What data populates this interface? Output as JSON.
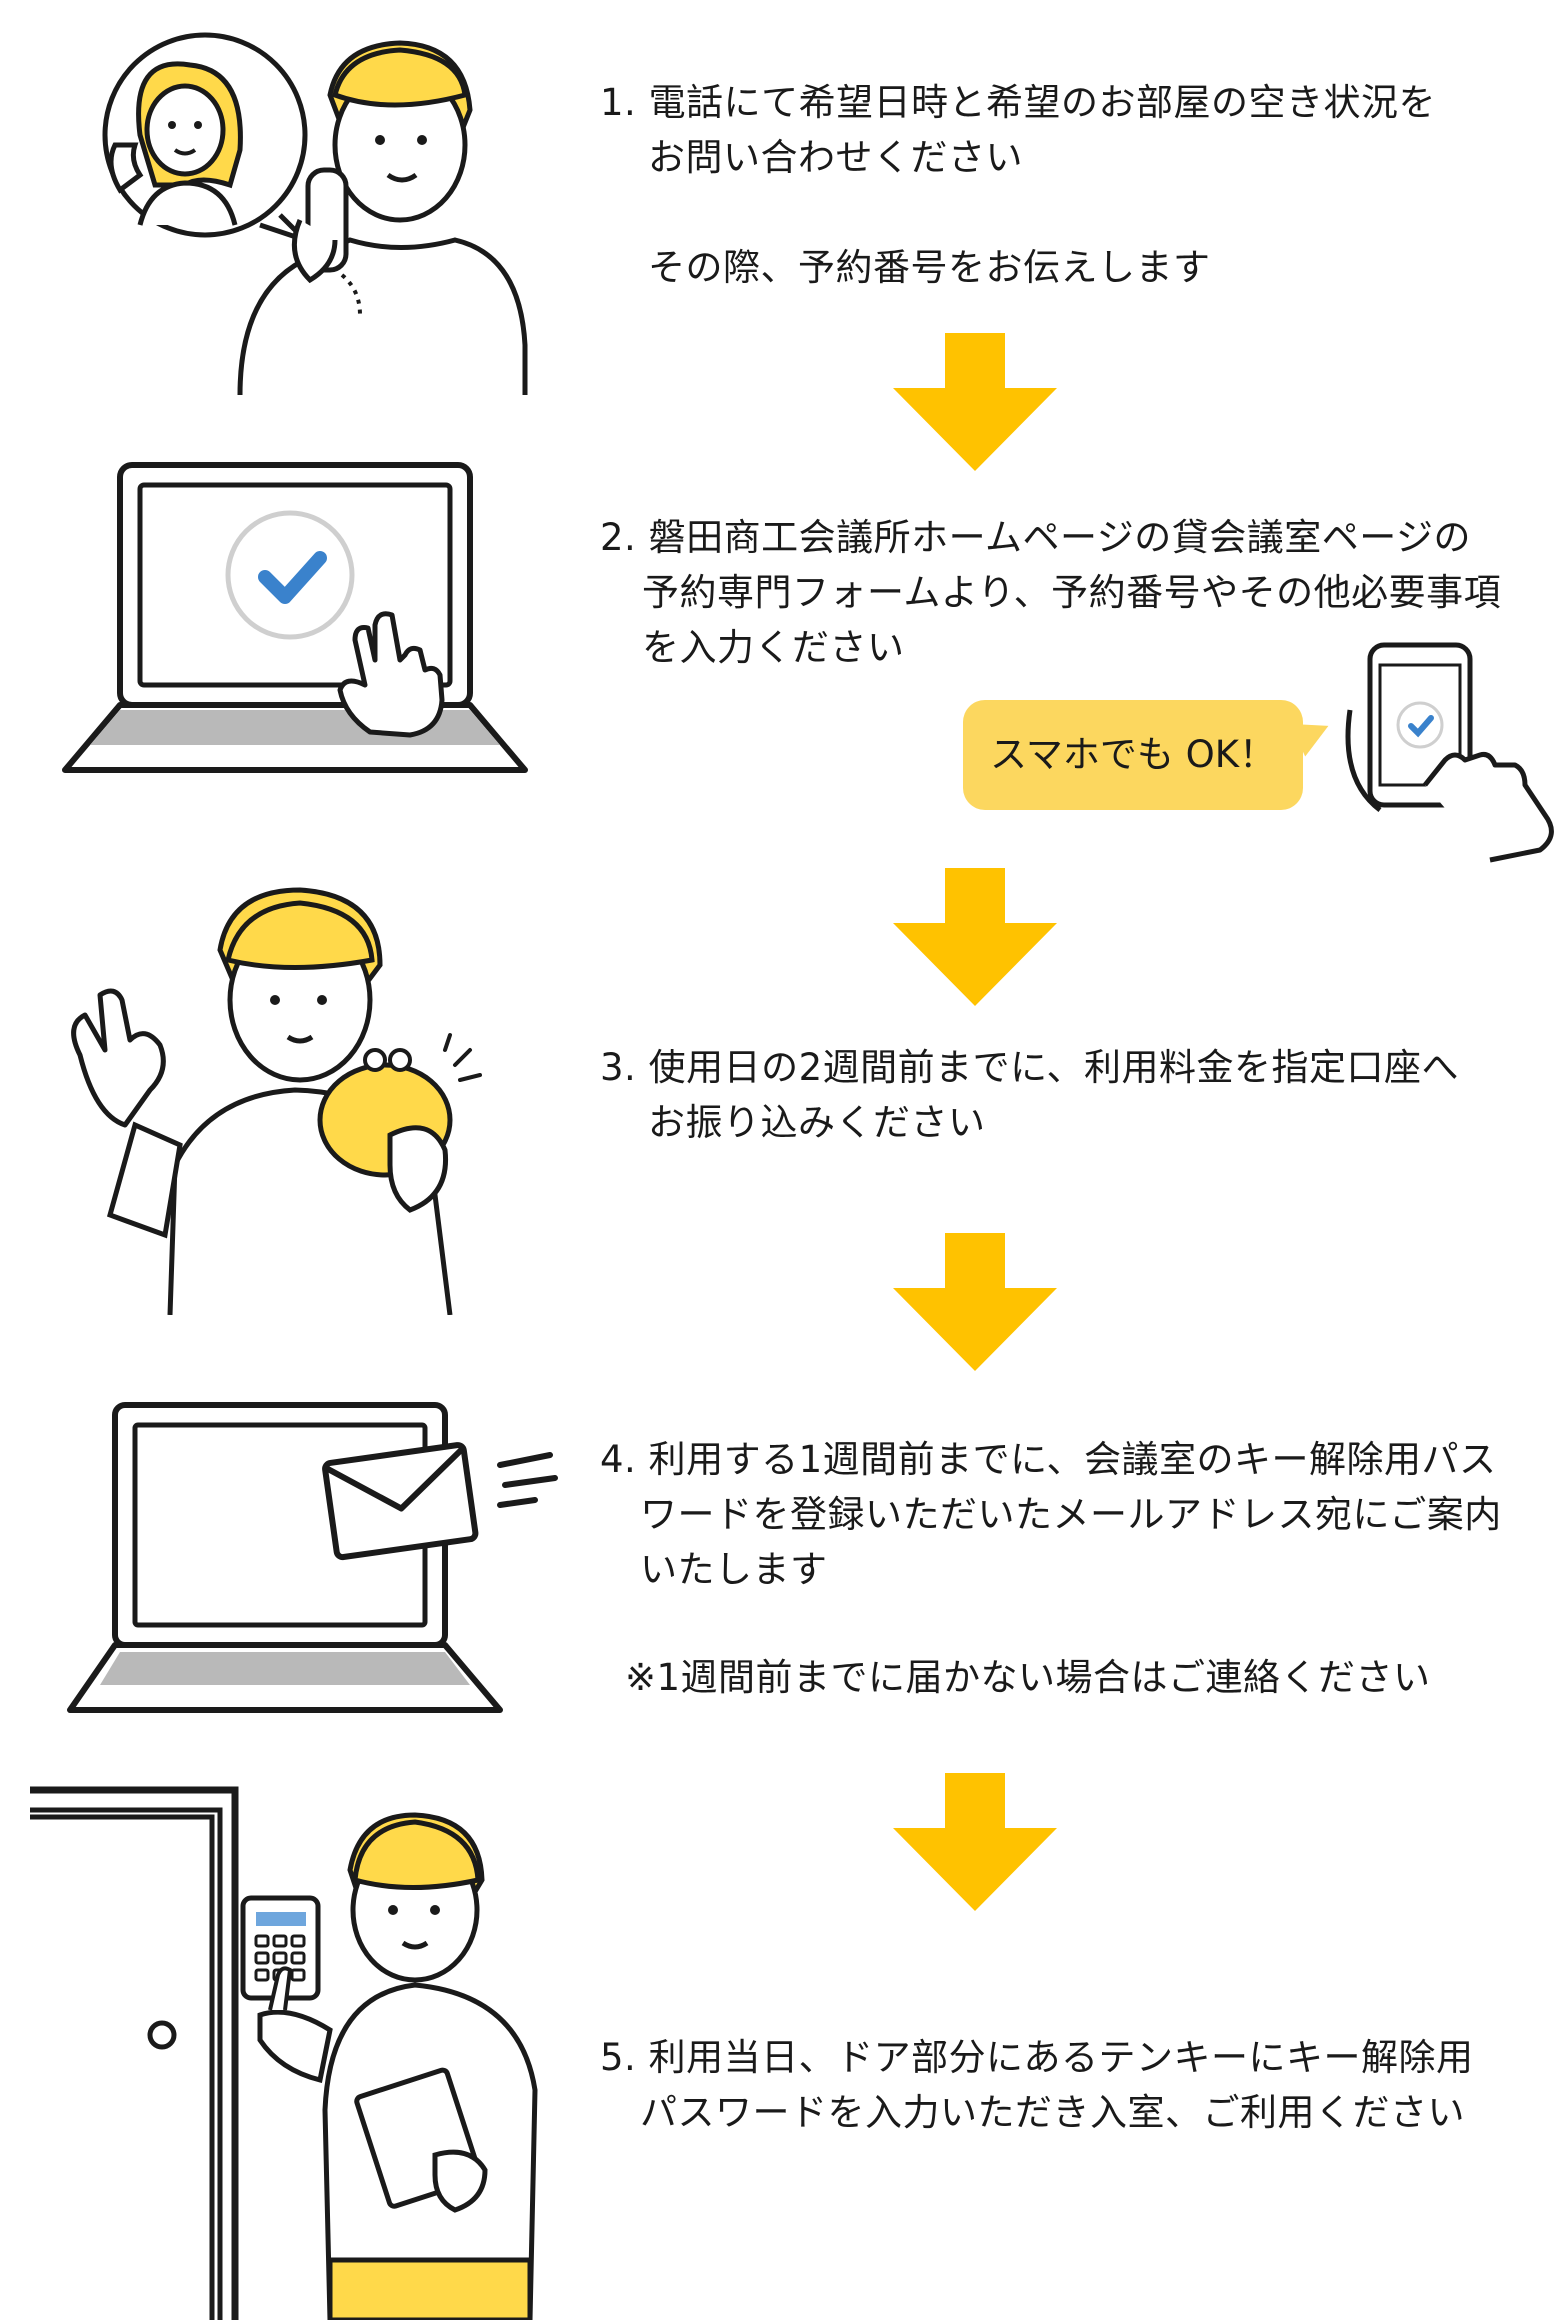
{
  "steps": [
    {
      "lines": [
        "1. 電話にて希望日時と希望のお部屋の空き状況を",
        "お問い合わせください"
      ],
      "note": "その際、予約番号をお伝えします"
    },
    {
      "lines": [
        "2. 磐田商工会議所ホームページの貸会議室ページの",
        "予約専門フォームより、予約番号やその他必要事項",
        "を入力ください"
      ],
      "bubble": "スマホでも OK！"
    },
    {
      "lines": [
        "3. 使用日の2週間前までに、利用料金を指定口座へ",
        "お振り込みください"
      ]
    },
    {
      "lines": [
        "4. 利用する1週間前までに、会議室のキー解除用パス",
        "ワードを登録いただいたメールアドレス宛にご案内",
        "いたします"
      ],
      "note": "※1週間前までに届かない場合はご連絡ください"
    },
    {
      "lines": [
        "5. 利用当日、ドア部分にあるテンキーにキー解除用",
        "パスワードを入力いただき入室、ご利用ください"
      ]
    }
  ],
  "colors": {
    "accent": "#ffc200",
    "bubble": "#fcd75f",
    "hair": "#ffd94a",
    "check": "#3a82cc"
  }
}
